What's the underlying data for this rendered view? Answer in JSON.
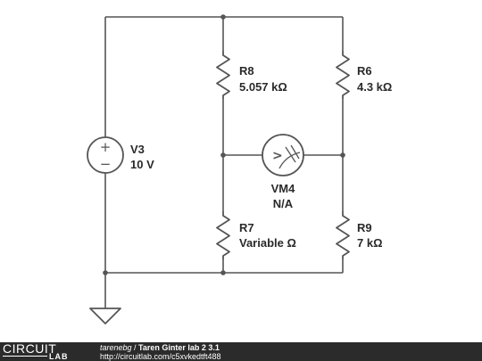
{
  "source": {
    "name": "V3",
    "value": "10 V",
    "plus_glyph": "+",
    "minus_glyph": "−"
  },
  "resistors": [
    {
      "name": "R8",
      "value": "5.057 kΩ"
    },
    {
      "name": "R6",
      "value": "4.3 kΩ"
    },
    {
      "name": "R7",
      "value": "Variable Ω"
    },
    {
      "name": "R9",
      "value": "7 kΩ"
    }
  ],
  "voltmeter": {
    "name": "VM4",
    "value": "N/A",
    "glyph": ">"
  },
  "footer": {
    "logo_top": "CIRCUIT",
    "logo_bottom": "LAB",
    "author": "tarenebg",
    "separator": " / ",
    "title": "Taren Ginter lab 2 3.1",
    "url": "http://circuitlab.com/c5xvkedtft488"
  },
  "colors": {
    "wire": "#555555",
    "label": "#2a2a2a",
    "footer_bg": "#2b2b2b"
  }
}
